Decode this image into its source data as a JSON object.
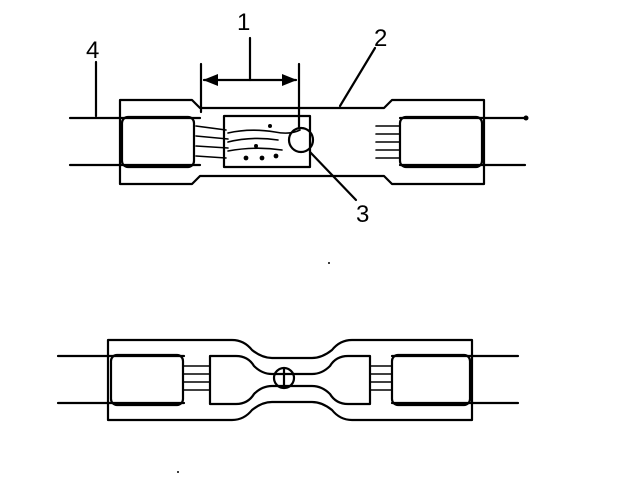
{
  "diagram": {
    "callouts": {
      "c1": "1",
      "c2": "2",
      "c3": "3",
      "c4": "4"
    },
    "colors": {
      "ink": "#000000",
      "background": "#ffffff"
    }
  }
}
